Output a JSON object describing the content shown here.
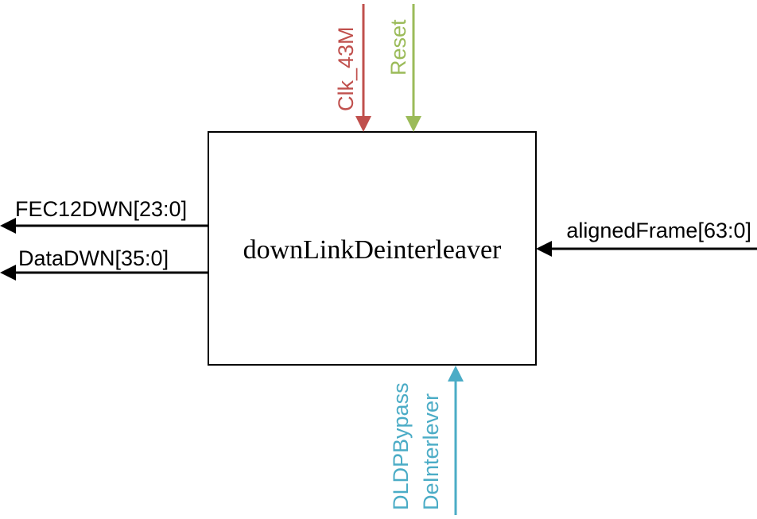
{
  "block": {
    "name": "downLinkDeinterleaver"
  },
  "inputs": {
    "clock": {
      "label": "Clk_43M",
      "color": "#c0504d"
    },
    "reset": {
      "label": "Reset",
      "color": "#9bbb59"
    },
    "aligned_frame": {
      "label": "alignedFrame[63:0]",
      "color": "#000000"
    },
    "bypass": {
      "label_line1": "DLDPBypass",
      "label_line2": "DeInterlever",
      "color": "#4bacc6"
    }
  },
  "outputs": {
    "fec": {
      "label": "FEC12DWN[23:0]",
      "color": "#000000"
    },
    "data": {
      "label": "DataDWN[35:0]",
      "color": "#000000"
    }
  }
}
